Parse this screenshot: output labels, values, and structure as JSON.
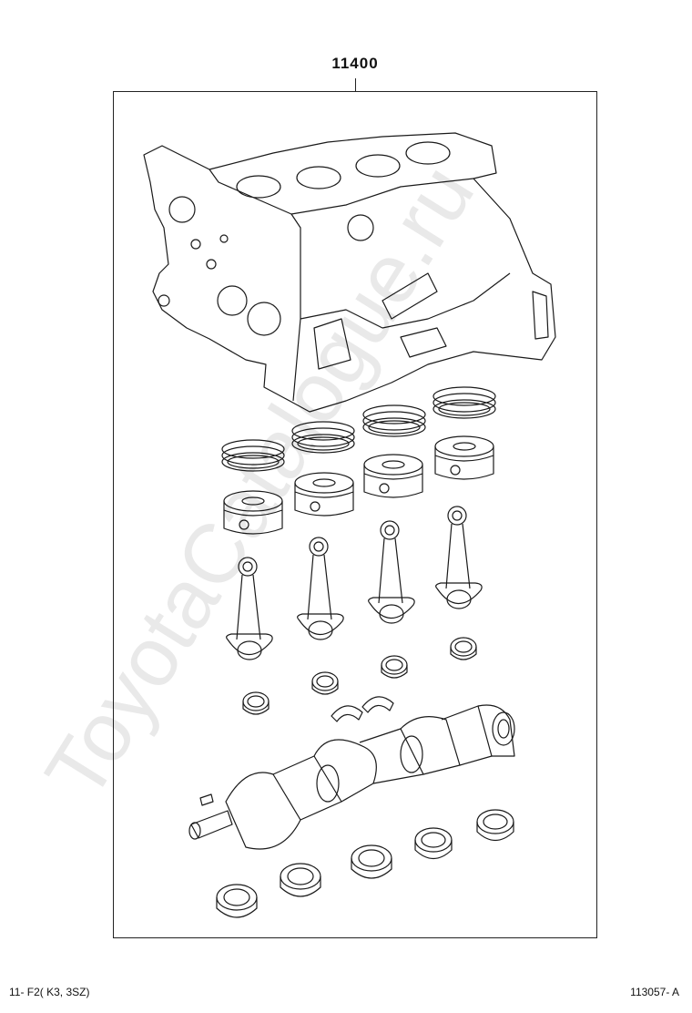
{
  "diagram": {
    "part_number": "11400",
    "watermark": "ToyotaCatalogue.ru",
    "footer_left": "11- F2( K3, 3SZ)",
    "footer_right": "113057- A"
  }
}
